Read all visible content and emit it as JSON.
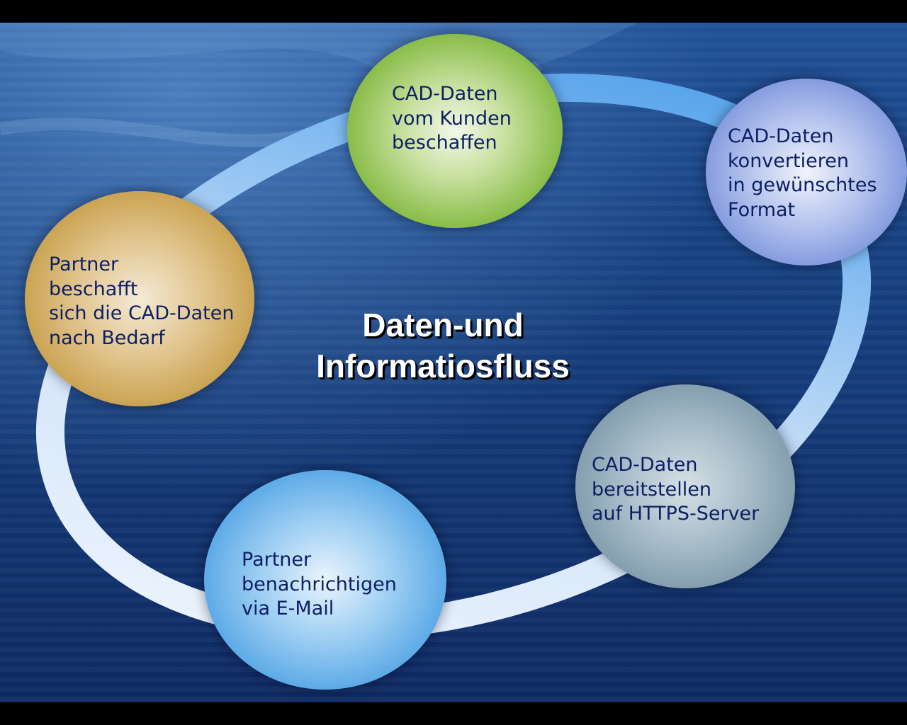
{
  "title": {
    "line1": "Daten-und",
    "line2": "Informatiosfluss"
  },
  "nodes": [
    {
      "text": "CAD-Daten\nvom Kunden\nbeschaffen",
      "color": "#86bb45"
    },
    {
      "text": "CAD-Daten\nkonvertieren\nin gewünschtes\nFormat",
      "color": "#7f96dd"
    },
    {
      "text": "CAD-Daten\nbereitstellen\nauf HTTPS-Server",
      "color": "#7b97a8"
    },
    {
      "text": "Partner\nbenachrichtigen\nvia E-Mail",
      "color": "#4ea2e4"
    },
    {
      "text": "Partner\nbeschafft\nsich die CAD-Daten\nnach Bedarf",
      "color": "#c59c45"
    }
  ],
  "colors": {
    "background_dark": "#0e2a63",
    "background_mid": "#1f4f96",
    "ring_light": "#e8f1fc",
    "ring_blue": "#3f95e6",
    "title_text": "#ffffff",
    "node_text": "#0d1f63"
  }
}
